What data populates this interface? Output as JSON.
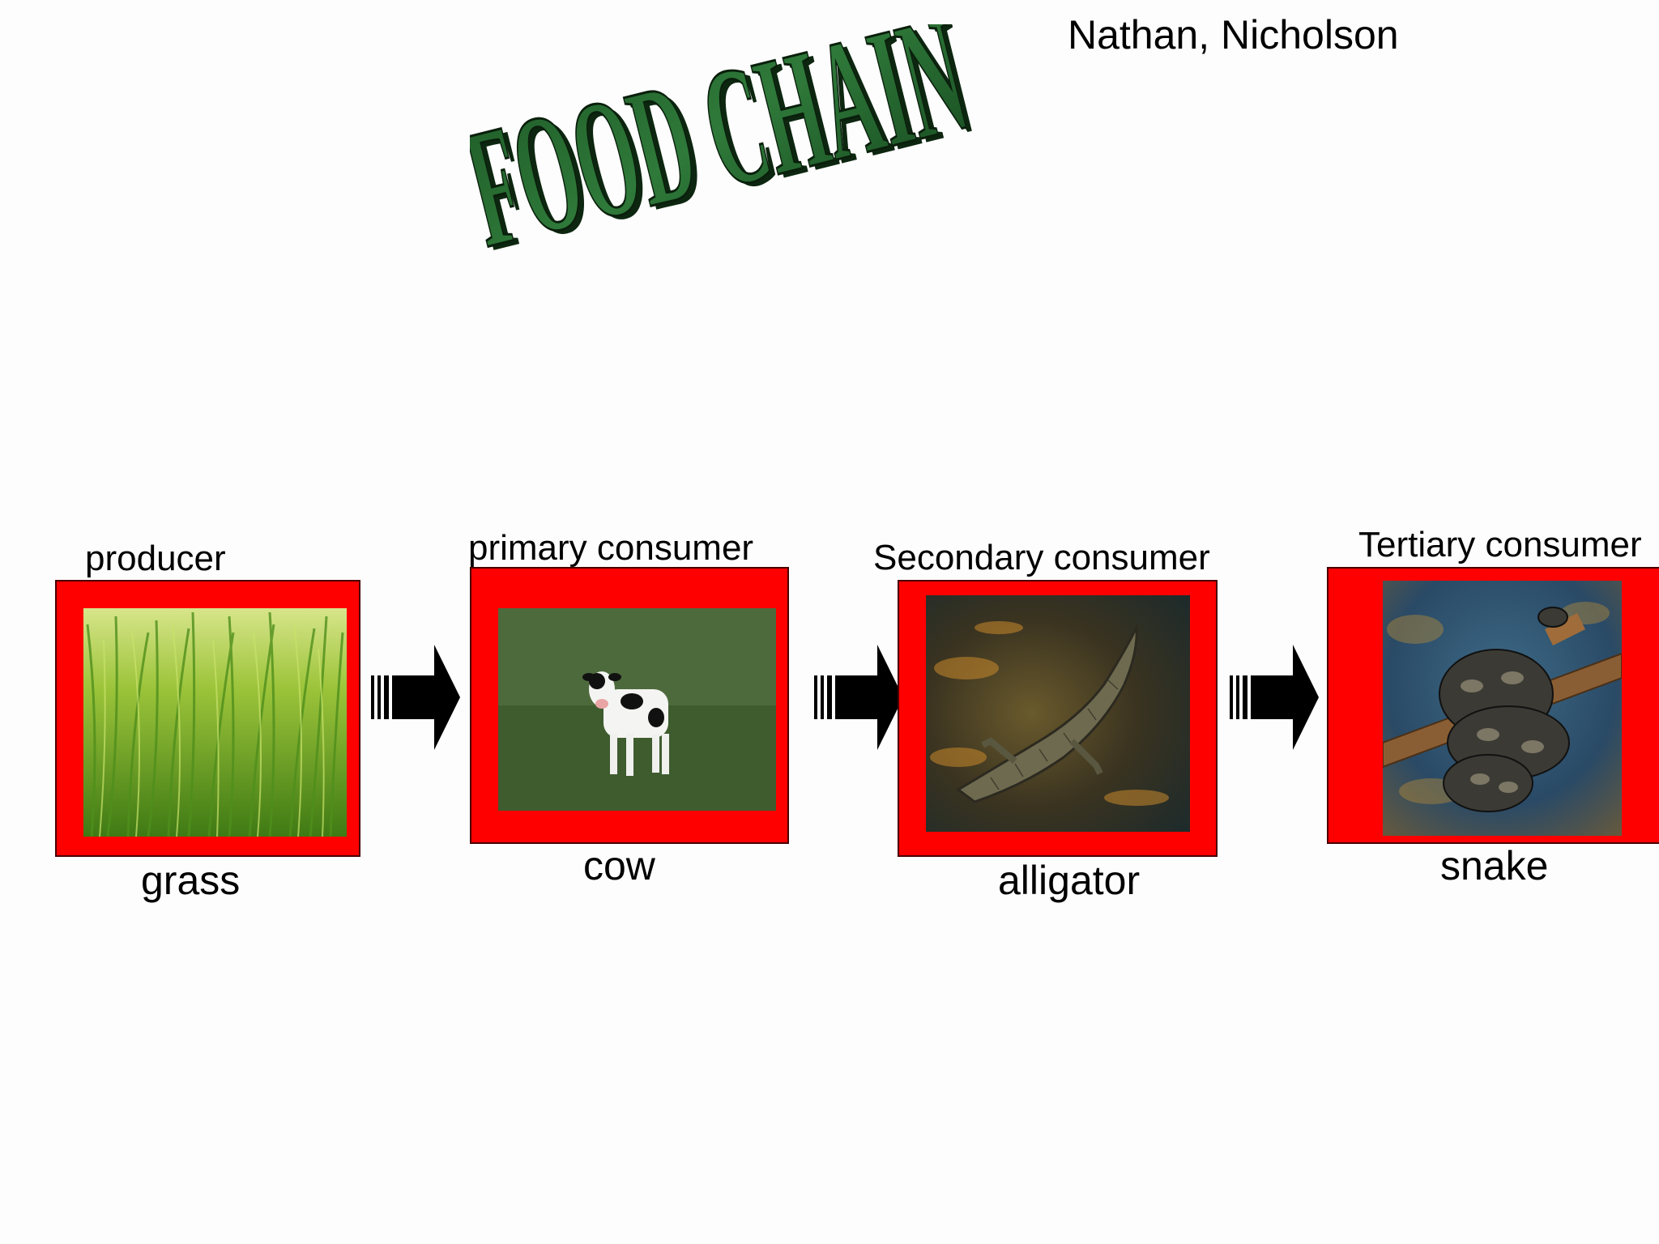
{
  "slide": {
    "title": "FOOD CHAIN",
    "author": "Nathan, Nicholson",
    "colors": {
      "frame": "#ff0000",
      "title_green": "#1f5a28",
      "arrow": "#000000"
    }
  },
  "chain": [
    {
      "role": "producer",
      "organism": "grass",
      "photo_icon": "grass-photo"
    },
    {
      "role": "primary consumer",
      "organism": "cow",
      "photo_icon": "cow-photo"
    },
    {
      "role": "Secondary consumer",
      "organism": "alligator",
      "photo_icon": "alligator-photo"
    },
    {
      "role": "Tertiary consumer",
      "organism": "snake",
      "photo_icon": "snake-photo"
    }
  ]
}
